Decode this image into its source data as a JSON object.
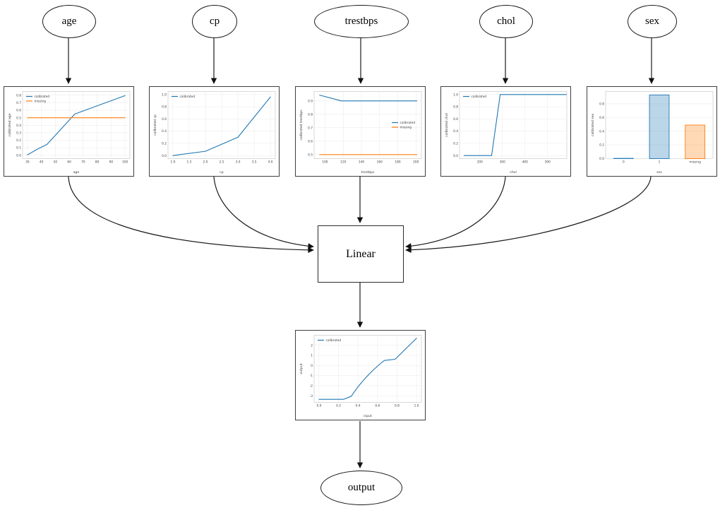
{
  "diagram": {
    "nodes": {
      "age": {
        "label": "age"
      },
      "cp": {
        "label": "cp"
      },
      "trestbps": {
        "label": "trestbps"
      },
      "chol": {
        "label": "chol"
      },
      "sex": {
        "label": "sex"
      },
      "linear": {
        "label": "Linear"
      },
      "output": {
        "label": "output"
      }
    },
    "edges": [
      {
        "from": "age",
        "to": "age-calibration-plot"
      },
      {
        "from": "cp",
        "to": "cp-calibration-plot"
      },
      {
        "from": "trestbps",
        "to": "trestbps-calibration-plot"
      },
      {
        "from": "chol",
        "to": "chol-calibration-plot"
      },
      {
        "from": "sex",
        "to": "sex-calibration-plot"
      },
      {
        "from": "age-calibration-plot",
        "to": "linear"
      },
      {
        "from": "cp-calibration-plot",
        "to": "linear"
      },
      {
        "from": "trestbps-calibration-plot",
        "to": "linear"
      },
      {
        "from": "chol-calibration-plot",
        "to": "linear"
      },
      {
        "from": "sex-calibration-plot",
        "to": "linear"
      },
      {
        "from": "linear",
        "to": "output-calibration-plot"
      },
      {
        "from": "output-calibration-plot",
        "to": "output"
      }
    ]
  },
  "colors": {
    "calibrated_line": "#1f77b4",
    "missing_line": "#ff7f0e",
    "edge_stroke": "#1a1a1a",
    "grid": "#e9e9e9",
    "tick_text": "#3c3c3c"
  },
  "chart_data": [
    {
      "name": "age-calibration",
      "type": "line",
      "title": "",
      "xlabel": "age",
      "ylabel": "calibrated age",
      "xlim": [
        26.5,
        103.5
      ],
      "ylim": [
        -0.045,
        0.85
      ],
      "xticks": [
        30,
        40,
        50,
        60,
        70,
        80,
        90,
        100
      ],
      "xtick_labels": [
        "30",
        "40",
        "50",
        "60",
        "70",
        "80",
        "90",
        "100"
      ],
      "yticks": [
        0.0,
        0.1,
        0.2,
        0.3,
        0.4,
        0.5,
        0.6,
        0.7,
        0.8
      ],
      "ytick_labels": [
        "0.0",
        "0.1",
        "0.2",
        "0.3",
        "0.4",
        "0.5",
        "0.6",
        "0.7",
        "0.8"
      ],
      "legend": "top-left",
      "series": [
        {
          "name": "calibrated",
          "color": "#1f77b4",
          "points": [
            [
              30,
              0.005
            ],
            [
              37,
              0.08
            ],
            [
              44,
              0.145
            ],
            [
              64,
              0.55
            ],
            [
              100,
              0.795
            ]
          ]
        },
        {
          "name": "missing",
          "color": "#ff7f0e",
          "points": [
            [
              30,
              0.5
            ],
            [
              100,
              0.5
            ]
          ]
        }
      ]
    },
    {
      "name": "cp-calibration",
      "type": "line",
      "title": "",
      "xlabel": "cp",
      "ylabel": "calibrated cp",
      "xlim": [
        0.85,
        4.15
      ],
      "ylim": [
        -0.05,
        1.05
      ],
      "xticks": [
        1.0,
        1.5,
        2.0,
        2.5,
        3.0,
        3.5,
        4.0
      ],
      "xtick_labels": [
        "1.0",
        "1.5",
        "2.0",
        "2.5",
        "3.0",
        "3.5",
        "4.0"
      ],
      "yticks": [
        0.0,
        0.2,
        0.4,
        0.6,
        0.8,
        1.0
      ],
      "ytick_labels": [
        "0.0",
        "0.2",
        "0.4",
        "0.6",
        "0.8",
        "1.0"
      ],
      "legend": "top-left",
      "series": [
        {
          "name": "calibrated",
          "color": "#1f77b4",
          "points": [
            [
              1.0,
              0.0
            ],
            [
              2.0,
              0.07
            ],
            [
              3.0,
              0.3
            ],
            [
              4.0,
              0.96
            ]
          ]
        }
      ]
    },
    {
      "name": "trestbps-calibration",
      "type": "line",
      "title": "",
      "xlabel": "trestbps",
      "ylabel": "calibrated trestbps",
      "xlim": [
        88,
        206
      ],
      "ylim": [
        0.47,
        0.97
      ],
      "xticks": [
        100,
        120,
        140,
        160,
        180,
        200
      ],
      "xtick_labels": [
        "100",
        "120",
        "140",
        "160",
        "180",
        "200"
      ],
      "yticks": [
        0.5,
        0.6,
        0.7,
        0.8,
        0.9
      ],
      "ytick_labels": [
        "0.5",
        "0.6",
        "0.7",
        "0.8",
        "0.9"
      ],
      "legend": "mid-right",
      "series": [
        {
          "name": "calibrated",
          "color": "#1f77b4",
          "points": [
            [
              94,
              0.943
            ],
            [
              118,
              0.9
            ],
            [
              201,
              0.9
            ]
          ]
        },
        {
          "name": "missing",
          "color": "#ff7f0e",
          "points": [
            [
              94,
              0.5
            ],
            [
              201,
              0.5
            ]
          ]
        }
      ]
    },
    {
      "name": "chol-calibration",
      "type": "line",
      "title": "",
      "xlabel": "chol",
      "ylabel": "calibrated chol",
      "xlim": [
        110,
        585
      ],
      "ylim": [
        -0.05,
        1.05
      ],
      "xticks": [
        200,
        300,
        400,
        500
      ],
      "xtick_labels": [
        "200",
        "300",
        "400",
        "500"
      ],
      "yticks": [
        0.0,
        0.2,
        0.4,
        0.6,
        0.8,
        1.0
      ],
      "ytick_labels": [
        "0.0",
        "0.2",
        "0.4",
        "0.6",
        "0.8",
        "1.0"
      ],
      "legend": "top-left",
      "series": [
        {
          "name": "calibrated",
          "color": "#1f77b4",
          "points": [
            [
              130,
              0.0
            ],
            [
              252,
              0.0
            ],
            [
              290,
              1.0
            ],
            [
              583,
              1.0
            ]
          ]
        }
      ]
    },
    {
      "name": "sex-calibration",
      "type": "bar",
      "title": "",
      "xlabel": "sex",
      "ylabel": "calibrated sex",
      "categories": [
        "0",
        "1",
        "missing"
      ],
      "xtick_labels": [
        "0",
        "1",
        "missing"
      ],
      "values": [
        0.004,
        0.93,
        0.49
      ],
      "bar_fills": [
        "rgba(31,119,180,0.3)",
        "rgba(31,119,180,0.3)",
        "rgba(255,127,14,0.3)"
      ],
      "bar_strokes": [
        "#1f77b4",
        "#1f77b4",
        "#ff7f0e"
      ],
      "ylim": [
        0,
        0.98
      ],
      "yticks": [
        0.0,
        0.2,
        0.4,
        0.6,
        0.8
      ],
      "ytick_labels": [
        "0.0",
        "0.2",
        "0.4",
        "0.6",
        "0.8"
      ],
      "legend": null
    },
    {
      "name": "output-calibration",
      "type": "line",
      "title": "",
      "xlabel": "input",
      "ylabel": "output",
      "xlim": [
        -0.05,
        1.05
      ],
      "ylim": [
        -3.65,
        3.0
      ],
      "xticks": [
        0.0,
        0.2,
        0.4,
        0.6,
        0.8,
        1.0
      ],
      "xtick_labels": [
        "0.0",
        "0.2",
        "0.4",
        "0.6",
        "0.8",
        "1.0"
      ],
      "yticks": [
        -3,
        -2,
        -1,
        0,
        1,
        2
      ],
      "ytick_labels": [
        "-3",
        "-2",
        "-1",
        "0",
        "1",
        "2"
      ],
      "legend": "top-left",
      "series": [
        {
          "name": "calibrated",
          "color": "#1f77b4",
          "points": [
            [
              0.0,
              -3.35
            ],
            [
              0.25,
              -3.35
            ],
            [
              0.33,
              -3.05
            ],
            [
              0.4,
              -2.1
            ],
            [
              0.47,
              -1.3
            ],
            [
              0.55,
              -0.5
            ],
            [
              0.63,
              0.2
            ],
            [
              0.67,
              0.5
            ],
            [
              0.78,
              0.62
            ],
            [
              1.0,
              2.7
            ]
          ]
        }
      ]
    }
  ]
}
